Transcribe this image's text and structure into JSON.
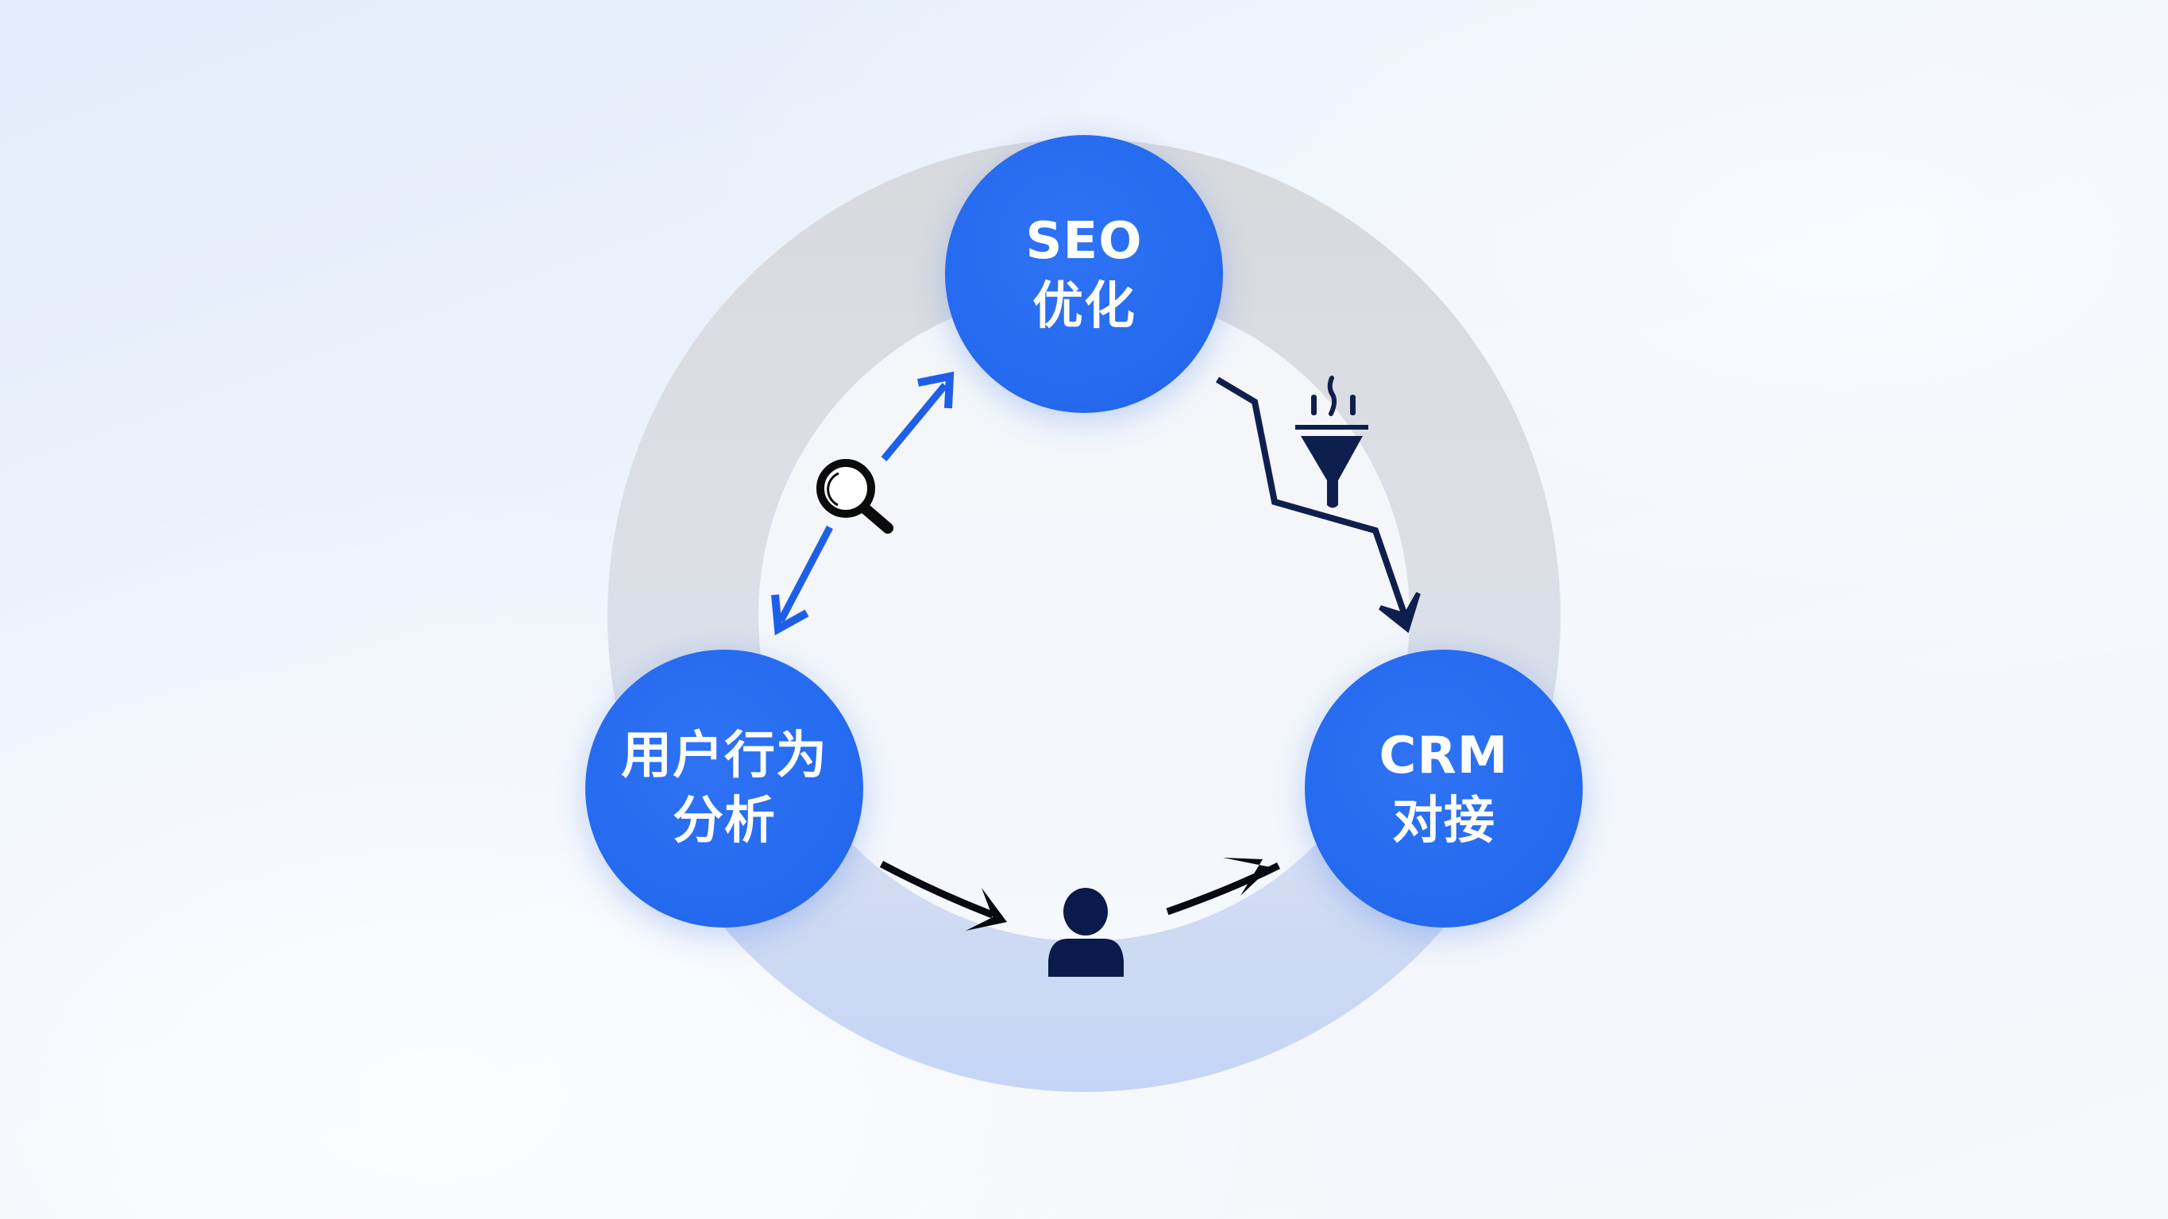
{
  "diagram": {
    "type": "cycle",
    "nodes": [
      {
        "id": "seo",
        "lines": [
          "SEO",
          "优化"
        ]
      },
      {
        "id": "user-behavior",
        "lines": [
          "用户行为",
          "分析"
        ]
      },
      {
        "id": "crm",
        "lines": [
          "CRM",
          "对接"
        ]
      }
    ],
    "connectors": [
      {
        "from": "user-behavior",
        "to": "seo",
        "style": "double-arrow",
        "icon": "search-icon",
        "color": "#1f5fe8"
      },
      {
        "from": "seo",
        "to": "crm",
        "style": "zigzag-arrow",
        "icon": "funnel-icon",
        "color": "#0f1f4d"
      },
      {
        "from": "user-behavior",
        "to": "crm",
        "style": "curved-arrows",
        "icon": "user-icon",
        "color": "#0a0a14"
      }
    ]
  },
  "colors": {
    "node_fill": "#266cf0",
    "node_text": "#ffffff",
    "ring_top": "#d6d8dc",
    "ring_bottom": "#c8d7f5",
    "background": "#eaf0fb",
    "icon_dark": "#0c1a46"
  }
}
